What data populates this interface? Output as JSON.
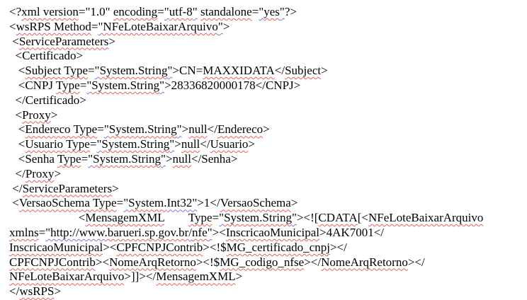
{
  "document": {
    "kind": "xml-source-text",
    "colors": {
      "text": "#000000",
      "background": "#ffffff",
      "spelling_squiggle": "#e85f5f",
      "grammar_squiggle": "#7a7ad8"
    },
    "values": {
      "xml_version": "1.0",
      "encoding": "utf-8",
      "standalone": "yes",
      "method": "NFeLoteBaixarArquivo",
      "subject": "CN=MAXXIDATA",
      "cnpj": "28336820000178",
      "endereco": "null",
      "usuario": "null",
      "senha": "null",
      "versao_schema": "1",
      "xmlns": "http://www.barueri.sp.gov.br/nfe",
      "inscricao_municipal": "4AK7001",
      "cpf_cnpj_contrib_placeholder": "<!$MG_certificado_cnpj>",
      "nome_arq_retorno_placeholder": "<!$MG_codigo_nfse>"
    },
    "lines": [
      {
        "segments": [
          [
            "<?",
            ""
          ],
          [
            "xml version",
            "r"
          ],
          [
            "=\"1.0\" ",
            ""
          ],
          [
            "encoding",
            "r"
          ],
          [
            "=",
            ""
          ],
          [
            "\"",
            "b"
          ],
          [
            "utf-8",
            "r"
          ],
          [
            "\"",
            "b"
          ],
          [
            " ",
            ""
          ],
          [
            "standalone",
            "r"
          ],
          [
            "=",
            ""
          ],
          [
            "\"",
            "b"
          ],
          [
            "yes",
            "r"
          ],
          [
            "\"",
            "b"
          ],
          [
            "?>",
            ""
          ]
        ]
      },
      {
        "segments": [
          [
            "<",
            ""
          ],
          [
            "wsRPS Method",
            "r"
          ],
          [
            "=",
            ""
          ],
          [
            "\"",
            "b"
          ],
          [
            "NFeLoteBaixarArquivo",
            "r"
          ],
          [
            "\"",
            "b"
          ],
          [
            ">",
            ""
          ]
        ]
      },
      {
        "segments": [
          [
            " <",
            ""
          ],
          [
            "ServiceParameters",
            "r"
          ],
          [
            ">",
            ""
          ]
        ]
      },
      {
        "segments": [
          [
            "  <Certificado>",
            ""
          ]
        ]
      },
      {
        "segments": [
          [
            "   <",
            ""
          ],
          [
            "Subject Type",
            "r"
          ],
          [
            "=",
            ""
          ],
          [
            "\"",
            "b"
          ],
          [
            "System.String",
            "r"
          ],
          [
            "\"",
            "b"
          ],
          [
            ">CN=",
            ""
          ],
          [
            "MAXXIDATA",
            "r"
          ],
          [
            "</",
            ""
          ],
          [
            "Subject",
            "r"
          ],
          [
            ">",
            ""
          ]
        ]
      },
      {
        "segments": [
          [
            "   <CNPJ ",
            ""
          ],
          [
            "Type",
            "r"
          ],
          [
            "=",
            ""
          ],
          [
            "\"",
            "b"
          ],
          [
            "System.String",
            "r"
          ],
          [
            "\"",
            "b"
          ],
          [
            ">28336820000178</CNPJ>",
            ""
          ]
        ]
      },
      {
        "segments": [
          [
            "  </Certificado>",
            ""
          ]
        ]
      },
      {
        "segments": [
          [
            "  <",
            ""
          ],
          [
            "Proxy",
            "r"
          ],
          [
            ">",
            ""
          ]
        ]
      },
      {
        "segments": [
          [
            "   <",
            ""
          ],
          [
            "Endereco Type",
            "r"
          ],
          [
            "=",
            ""
          ],
          [
            "\"",
            "b"
          ],
          [
            "System.String",
            "r"
          ],
          [
            "\"",
            "b"
          ],
          [
            ">",
            ""
          ],
          [
            "null",
            "r"
          ],
          [
            "</",
            ""
          ],
          [
            "Endereco",
            "r"
          ],
          [
            ">",
            ""
          ]
        ]
      },
      {
        "segments": [
          [
            "   <",
            ""
          ],
          [
            "Usuario Type",
            "r"
          ],
          [
            "=",
            ""
          ],
          [
            "\"",
            "b"
          ],
          [
            "System.String",
            "r"
          ],
          [
            "\"",
            "b"
          ],
          [
            ">",
            ""
          ],
          [
            "null",
            "r"
          ],
          [
            "</",
            ""
          ],
          [
            "Usuario",
            "r"
          ],
          [
            ">",
            ""
          ]
        ]
      },
      {
        "segments": [
          [
            "   <Senha ",
            ""
          ],
          [
            "Type",
            "r"
          ],
          [
            "=",
            ""
          ],
          [
            "\"",
            "b"
          ],
          [
            "System.String",
            "r"
          ],
          [
            "\"",
            "b"
          ],
          [
            ">",
            ""
          ],
          [
            "null",
            "r"
          ],
          [
            "</Senha>",
            ""
          ]
        ]
      },
      {
        "segments": [
          [
            "  </",
            ""
          ],
          [
            "Proxy",
            "r"
          ],
          [
            ">",
            ""
          ]
        ]
      },
      {
        "segments": [
          [
            " </",
            ""
          ],
          [
            "ServiceParameters",
            "r"
          ],
          [
            ">",
            ""
          ]
        ]
      },
      {
        "segments": [
          [
            " <",
            ""
          ],
          [
            "VersaoSchema Type",
            "r"
          ],
          [
            "=",
            ""
          ],
          [
            "\"",
            "b"
          ],
          [
            "System.",
            "r"
          ],
          [
            "Int32\"",
            "b"
          ],
          [
            ">1</",
            ""
          ],
          [
            "VersaoSchema",
            "r"
          ],
          [
            ">",
            ""
          ]
        ]
      },
      {
        "segments": [
          [
            "                       <",
            ""
          ],
          [
            "MensagemXML",
            "r"
          ],
          [
            "        ",
            ""
          ],
          [
            "Type",
            "r"
          ],
          [
            "=",
            ""
          ],
          [
            "\"",
            "b"
          ],
          [
            "System.String",
            "r"
          ],
          [
            "\"",
            "b"
          ],
          [
            "><![",
            ""
          ],
          [
            "CDATA",
            "r"
          ],
          [
            "[<",
            ""
          ],
          [
            "NFeLoteBaixarArquivo",
            "r"
          ]
        ]
      },
      {
        "segments": [
          [
            "xmlns",
            "r"
          ],
          [
            "=",
            ""
          ],
          [
            "\"http://www",
            "b"
          ],
          [
            ".barueri.sp.gov.br",
            "r"
          ],
          [
            "/",
            "b"
          ],
          [
            "nfe",
            "r"
          ],
          [
            "\"",
            "b"
          ],
          [
            "><",
            ""
          ],
          [
            "InscricaoMunicipal",
            "r"
          ],
          [
            ">4AK7001</",
            ""
          ]
        ]
      },
      {
        "segments": [
          [
            "InscricaoMunicipal",
            "r"
          ],
          [
            "><",
            ""
          ],
          [
            "CPFCNPJContrib",
            "r"
          ],
          [
            "><!$",
            ""
          ],
          [
            "MG_certificado_cnpj",
            "r"
          ],
          [
            "></",
            ""
          ]
        ]
      },
      {
        "segments": [
          [
            "CPFCNPJContrib",
            "r"
          ],
          [
            "><",
            ""
          ],
          [
            "NomeArqRetorno",
            "r"
          ],
          [
            "><!$",
            ""
          ],
          [
            "MG_codigo_nfse",
            "r"
          ],
          [
            "></",
            ""
          ],
          [
            "NomeArqRetorno",
            "r"
          ],
          [
            "></",
            ""
          ]
        ]
      },
      {
        "segments": [
          [
            "NFeLoteBaixarArquivo",
            "r"
          ],
          [
            ">]]></",
            ""
          ],
          [
            "MensagemXML",
            "r"
          ],
          [
            ">",
            ""
          ]
        ]
      },
      {
        "segments": [
          [
            "</",
            ""
          ],
          [
            "wsRPS",
            "r"
          ],
          [
            ">",
            ""
          ]
        ]
      }
    ]
  }
}
